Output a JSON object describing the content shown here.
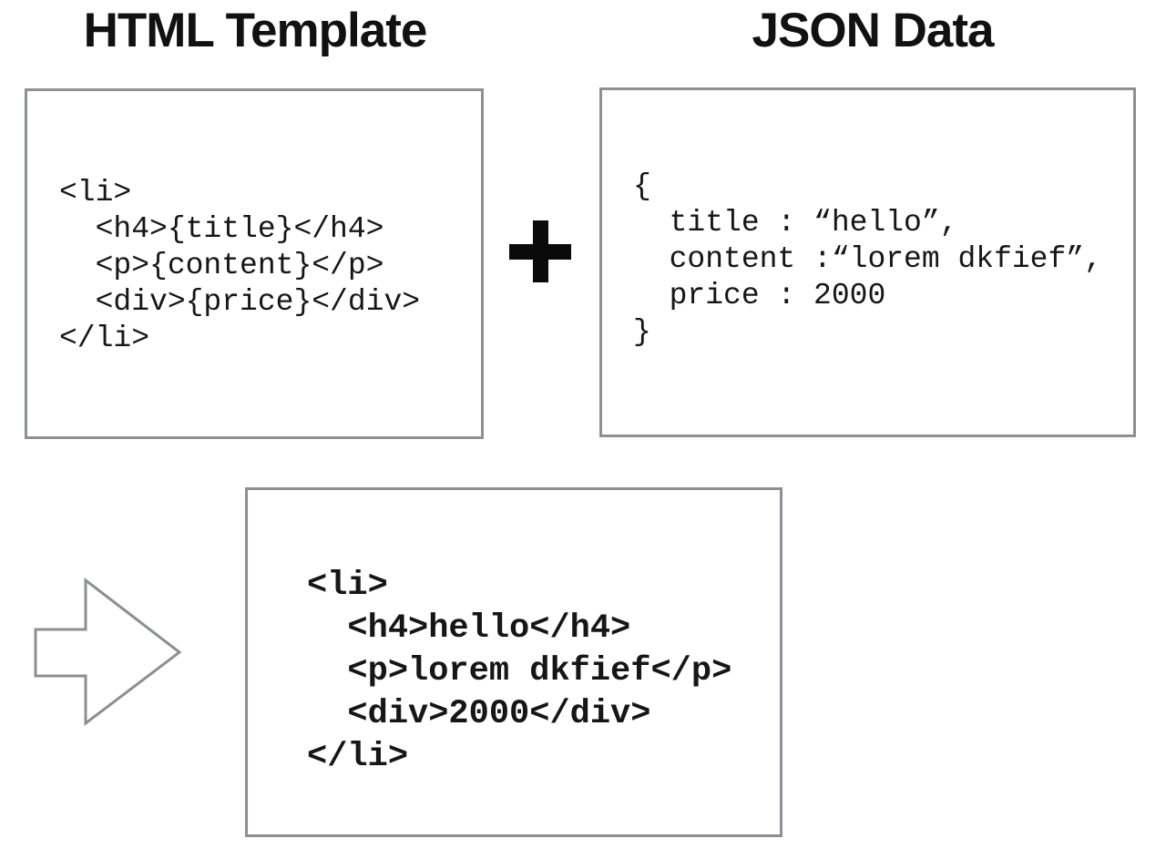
{
  "headings": {
    "left": "HTML Template",
    "right": "JSON Data"
  },
  "icons": {
    "plus": "+",
    "arrow_right": "→"
  },
  "colors": {
    "border_gray": "#8c8f94",
    "text_black": "#111111"
  },
  "template_box": {
    "code_lines": [
      "<li>",
      "  <h4>{title}</h4>",
      "  <p>{content}</p>",
      "  <div>{price}</div>",
      "</li>"
    ]
  },
  "json_box": {
    "code_lines": [
      "{",
      "  title : “hello”,",
      "  content :“lorem dkfief”,",
      "  price : 2000",
      "}"
    ]
  },
  "result_box": {
    "code_lines": [
      "<li>",
      "  <h4>hello</h4>",
      "  <p>lorem dkfief</p>",
      "  <div>2000</div>",
      "</li>"
    ]
  }
}
